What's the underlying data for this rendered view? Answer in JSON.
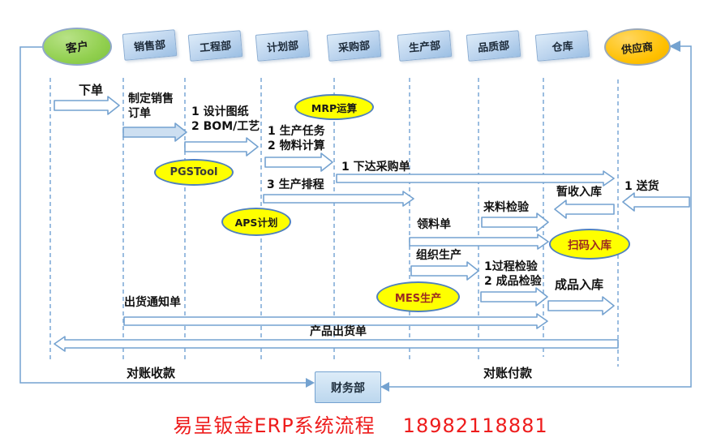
{
  "title": {
    "text": "易呈钣金ERP系统流程",
    "phone": "18982118881",
    "color": "#ee1c1c"
  },
  "lanes": {
    "customer": "客户",
    "sales": "销售部",
    "engineering": "工程部",
    "planning": "计划部",
    "purchasing": "采购部",
    "production": "生产部",
    "quality": "品质部",
    "warehouse": "仓库",
    "supplier": "供应商",
    "finance": "财务部"
  },
  "messages": {
    "place_order": "下单",
    "make_sales_order": "制定销售\n订单",
    "design": "1 设计图纸\n2 BOM/工艺",
    "production_task": "1 生产任务\n2 物料计算",
    "issue_po": "1 下达采购单",
    "scheduling": "3 生产排程",
    "delivery": "1 送货",
    "temp_receipt": "暂收入库",
    "incoming_inspection": "来料检验",
    "material_requisition": "领料单",
    "organize_production": "组织生产",
    "inspections": "1过程检验\n2 成品检验",
    "finished_goods_in": "成品入库",
    "shipping_notice": "出货通知单",
    "product_shipment": "产品出货单",
    "reconcile_receive": "对账收款",
    "reconcile_pay": "对账付款"
  },
  "tools": {
    "mrp": "MRP运算",
    "pgstool": "PGSTool",
    "aps": "APS计划",
    "scan_in": "扫码入库",
    "mes": "MES生产"
  },
  "colors": {
    "arrow_stroke": "#74a2d0",
    "lifeline": "#7aa7d6",
    "customer_fill": "#92d050",
    "supplier_fill": "#ffc000",
    "tool_fill": "#feff00",
    "title_red": "#ee1c1c"
  }
}
